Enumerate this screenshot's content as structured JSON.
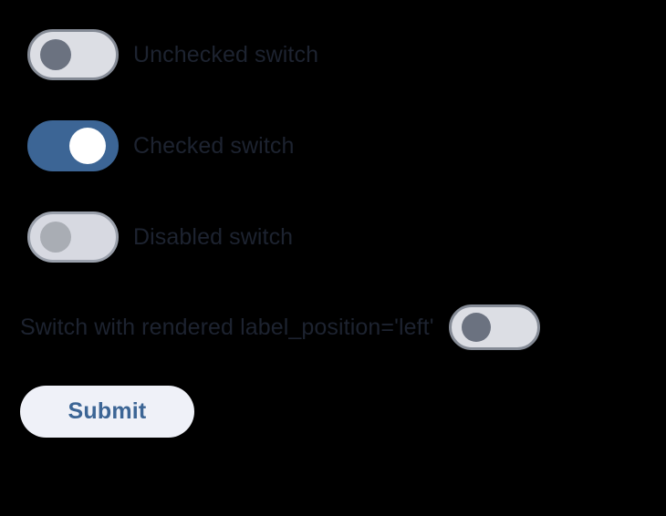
{
  "page": {
    "background_color": "#000000"
  },
  "colors": {
    "accent_blue": "#3c6595",
    "track_off": "#dcdee4",
    "track_border": "#858b96",
    "knob_off": "#6b7280",
    "knob_on": "#ffffff",
    "track_disabled": "#d7d9e1",
    "knob_disabled": "#a9adb4",
    "label_text": "#1d2330",
    "button_bg": "#eff1f8",
    "button_text": "#3c6595"
  },
  "form": {
    "switches": [
      {
        "id": "unchecked-switch",
        "label": "Unchecked switch",
        "checked": false,
        "disabled": false,
        "label_position": "right",
        "state_text": "off"
      },
      {
        "id": "checked-switch",
        "label": "Checked switch",
        "checked": true,
        "disabled": false,
        "label_position": "right",
        "state_text": "on"
      },
      {
        "id": "disabled-switch",
        "label": "Disabled switch",
        "checked": false,
        "disabled": true,
        "label_position": "right",
        "state_text": "off"
      },
      {
        "id": "label-left-switch",
        "label": "Switch with rendered label_position='left'",
        "checked": false,
        "disabled": false,
        "label_position": "left",
        "state_text": "off"
      }
    ],
    "submit": {
      "label": "Submit"
    }
  }
}
